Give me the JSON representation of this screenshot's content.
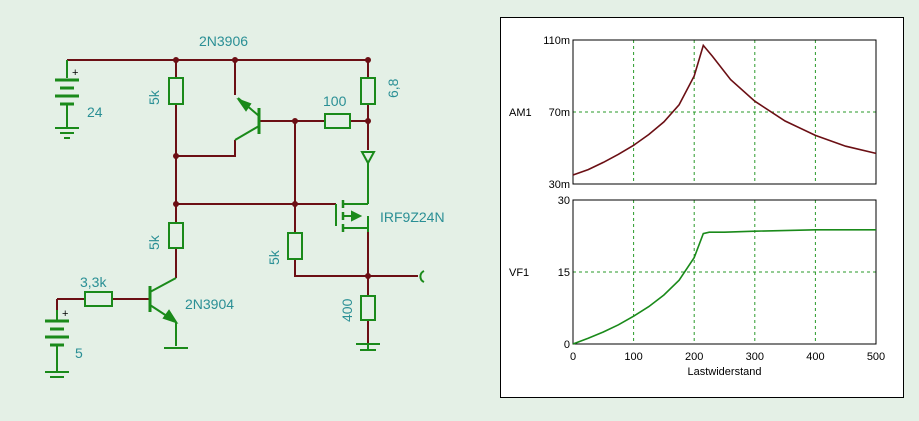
{
  "schematic": {
    "labels": {
      "q_pnp": "2N3906",
      "r_5k_top": "5k",
      "r_100": "100",
      "r_6_8": "6,8",
      "battery_24": "24",
      "mosfet": "IRF9Z24N",
      "r_5k_mid": "5k",
      "r_5k_gate": "5k",
      "r_3_3k": "3,3k",
      "q_npn": "2N3904",
      "r_400": "400",
      "battery_5": "5"
    },
    "colors": {
      "wire": "#6b0f14",
      "component": "#1a8a1a",
      "label": "#2a8f95"
    }
  },
  "chart_data": [
    {
      "type": "line",
      "ylabel_name": "AM1",
      "ylim": [
        30,
        110
      ],
      "yticks": [
        "30m",
        "70m",
        "110m"
      ],
      "ytick_values": [
        30,
        70,
        110
      ],
      "xlim": [
        0,
        500
      ],
      "color": "#6b0f14",
      "x": [
        0,
        25,
        50,
        75,
        100,
        125,
        150,
        175,
        200,
        215,
        230,
        260,
        300,
        350,
        400,
        450,
        500
      ],
      "values": [
        35,
        38,
        42,
        46.5,
        51.5,
        57.5,
        64.5,
        74,
        90,
        107,
        101,
        88,
        76,
        65,
        57,
        51,
        47
      ]
    },
    {
      "type": "line",
      "ylabel_name": "VF1",
      "ylim": [
        0,
        30
      ],
      "yticks": [
        "0",
        "15",
        "30"
      ],
      "ytick_values": [
        0,
        15,
        30
      ],
      "xlim": [
        0,
        500
      ],
      "xticks": [
        "0",
        "100",
        "200",
        "300",
        "400",
        "500"
      ],
      "xtick_values": [
        0,
        100,
        200,
        300,
        400,
        500
      ],
      "xlabel": "Lastwiderstand",
      "color": "#1a8a1a",
      "x": [
        0,
        25,
        50,
        75,
        100,
        125,
        150,
        175,
        200,
        215,
        225,
        250,
        300,
        400,
        500
      ],
      "values": [
        0,
        1.2,
        2.5,
        4,
        5.8,
        7.8,
        10.2,
        13.3,
        18,
        23,
        23.3,
        23.3,
        23.5,
        23.8,
        23.8
      ]
    }
  ]
}
